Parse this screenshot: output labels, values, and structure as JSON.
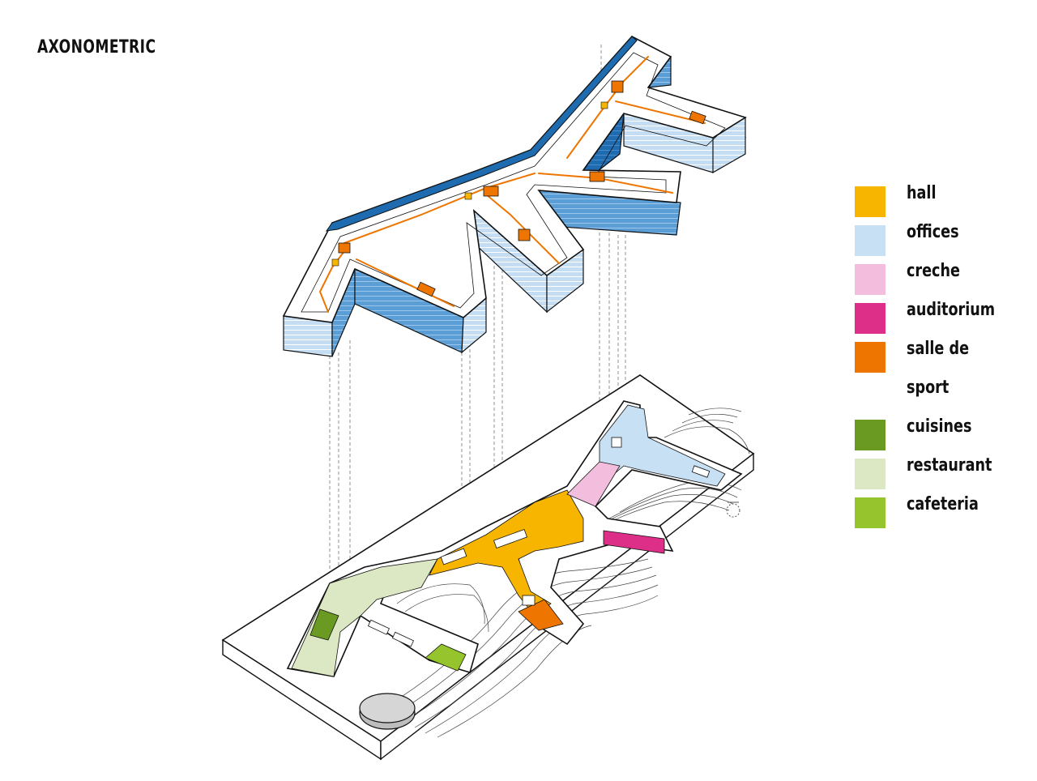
{
  "title": "AXONOMETRIC",
  "legend": [
    {
      "label": "hall",
      "color": "#F7B500"
    },
    {
      "label": "offices",
      "color": "#C8E0F4"
    },
    {
      "label": "creche",
      "color": "#F3BEDD"
    },
    {
      "label": "auditorium",
      "color": "#DD2E88"
    },
    {
      "label": "salle de",
      "color": "#EE7600"
    },
    {
      "label": "sport",
      "color": null
    },
    {
      "label": "cuisines",
      "color": "#6A9A22"
    },
    {
      "label": "restaurant",
      "color": "#DCE8C4"
    },
    {
      "label": "cafeteria",
      "color": "#96C42D"
    }
  ],
  "colors": {
    "facade_light": "#C4DDF3",
    "facade_mid": "#5B9ED6",
    "facade_dark": "#1E6BB0",
    "circulation": "#EE7600",
    "outline": "#111111"
  }
}
